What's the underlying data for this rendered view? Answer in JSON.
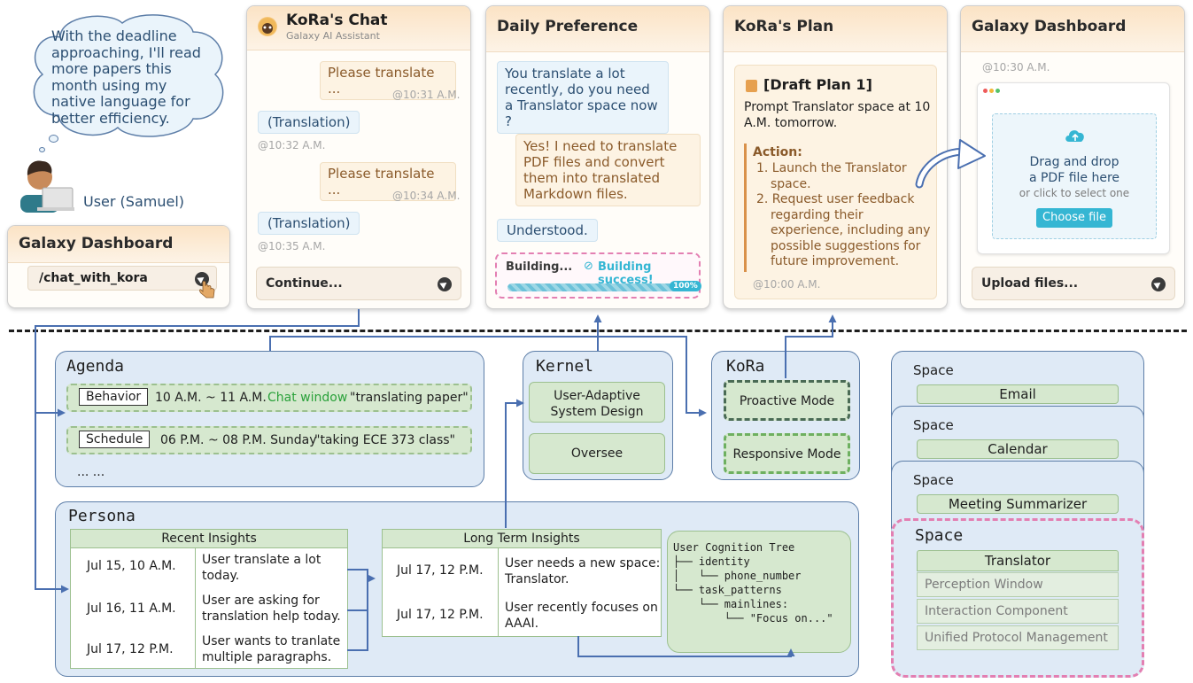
{
  "user": {
    "thought": "With the deadline approaching, I'll read more papers this month using my native language for better efficiency.",
    "label": "User (Samuel)"
  },
  "small_dashboard": {
    "title": "Galaxy Dashboard",
    "command": "/chat_with_kora"
  },
  "chat": {
    "title": "KoRa's Chat",
    "subtitle": "Galaxy AI Assistant",
    "messages": [
      {
        "side": "right",
        "text": "Please translate ...",
        "time": "@10:31 A.M."
      },
      {
        "side": "left",
        "text": "(Translation)",
        "time": "@10:32 A.M."
      },
      {
        "side": "right",
        "text": "Please translate ...",
        "time": "@10:34 A.M."
      },
      {
        "side": "left",
        "text": "(Translation)",
        "time": "@10:35 A.M."
      }
    ],
    "input_label": "Continue..."
  },
  "daily_pref": {
    "title": "Daily Preference",
    "q": "You translate a lot recently, do you need a Translator space now ?",
    "a": "Yes! I need to translate PDF files and convert them into translated Markdown files.",
    "ack": "Understood.",
    "building": "Building...",
    "success": "Building success!",
    "progress_label": "100%",
    "progress": 1.0
  },
  "plan": {
    "title": "KoRa's Plan",
    "draft_title": "[Draft Plan 1]",
    "draft_desc": "Prompt Translator space at 10 A.M. tomorrow.",
    "action_label": "Action:",
    "steps": [
      "1. Launch the Translator space.",
      "2. Request user feedback regarding their experience, including any possible suggestions for future improvement."
    ],
    "time": "@10:00 A.M."
  },
  "dashboard": {
    "title": "Galaxy Dashboard",
    "time": "@10:30 A.M.",
    "drop_line1": "Drag and drop",
    "drop_line2": "a PDF file here",
    "drop_sub": "or click to select one",
    "choose_btn": "Choose file",
    "upload_label": "Upload files..."
  },
  "agenda": {
    "title": "Agenda",
    "rows": [
      {
        "tag": "Behavior",
        "time": "10 A.M. ~ 11 A.M.",
        "highlight": "Chat window",
        "text": "\"translating paper\""
      },
      {
        "tag": "Schedule",
        "time": "06 P.M. ~ 08 P.M. Sunday",
        "highlight": "",
        "text": "\"taking ECE 373 class\""
      }
    ],
    "ellipsis": "... ..."
  },
  "kernel": {
    "title": "Kernel",
    "items": [
      "User-Adaptive System Design",
      "Oversee"
    ]
  },
  "kora": {
    "title": "KoRa",
    "modes": [
      "Proactive Mode",
      "Responsive Mode"
    ]
  },
  "persona": {
    "title": "Persona",
    "recent": {
      "header": "Recent Insights",
      "rows": [
        {
          "date": "Jul 15, 10 A.M.",
          "text": "User translate a lot today."
        },
        {
          "date": "Jul 16, 11 A.M.",
          "text": "User are asking for translation help today."
        },
        {
          "date": "Jul 17, 12 P.M.",
          "text": "User wants to tranlate multiple paragraphs."
        }
      ]
    },
    "longterm": {
      "header": "Long Term Insights",
      "rows": [
        {
          "date": "Jul 17, 12 P.M.",
          "text": "User needs a new space: Translator."
        },
        {
          "date": "Jul 17, 12 P.M.",
          "text": "User recently focuses on AAAI."
        }
      ]
    },
    "tree": {
      "lines": [
        "User Cognition Tree",
        "├── identity",
        "│   └── phone_number",
        "└── task_patterns",
        "    └── mainlines:",
        "        └── \"Focus on...\""
      ]
    }
  },
  "spaces": {
    "label": "Space",
    "names": [
      "Email",
      "Calendar",
      "Meeting Summarizer"
    ],
    "translator": {
      "label": "Space",
      "name": "Translator",
      "components": [
        "Perception Window",
        "Interaction Component",
        "Unified Protocol Management"
      ]
    }
  },
  "colors": {
    "accent_blue": "#4a6fb0",
    "green_fill": "#d6e8cf",
    "pink_dash": "#e37fb2",
    "cyan": "#35b6d3"
  }
}
